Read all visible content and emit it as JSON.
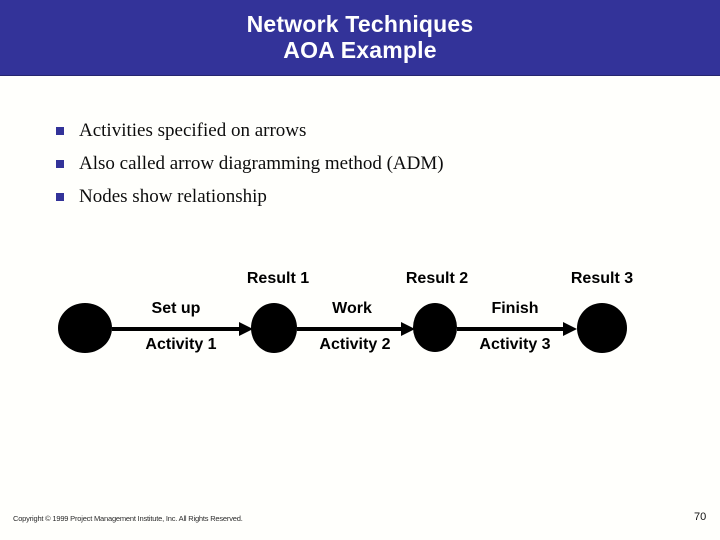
{
  "header": {
    "title_line1": "Network Techniques",
    "title_line2": "AOA Example"
  },
  "bullets": [
    "Activities specified on arrows",
    "Also called arrow diagramming method (ADM)",
    "Nodes show relationship"
  ],
  "diagram": {
    "node_count": 4,
    "result_labels": [
      "Result 1",
      "Result 2",
      "Result 3"
    ],
    "arrow_top_labels": [
      "Set up",
      "Work",
      "Finish"
    ],
    "arrow_bottom_labels": [
      "Activity 1",
      "Activity 2",
      "Activity 3"
    ]
  },
  "footer": {
    "copyright": "Copyright © 1999 Project Management Institute, Inc. All Rights Reserved.",
    "page_number": "70"
  },
  "colors": {
    "header_bg": "#333399",
    "bullet_marker": "#333399",
    "node_fill": "#000000",
    "title_text": "#ffffff"
  }
}
